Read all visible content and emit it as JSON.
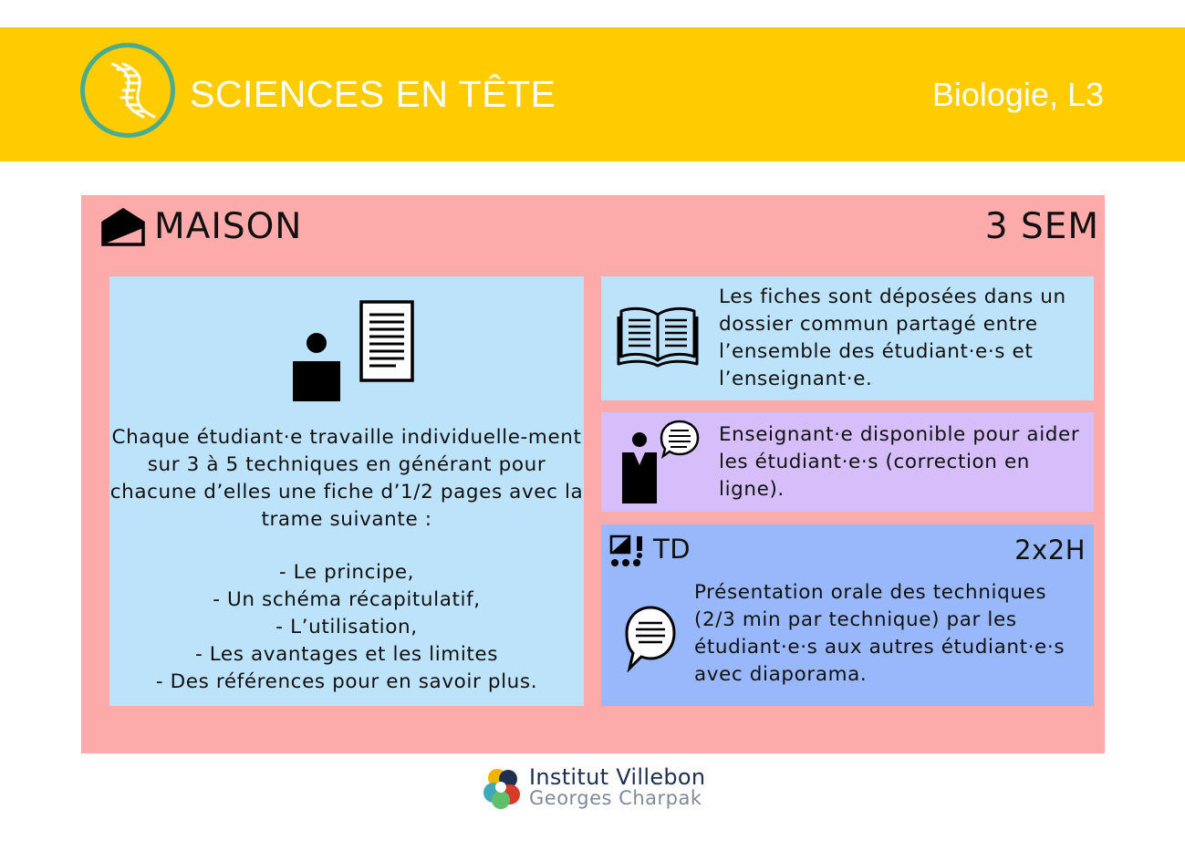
{
  "header": {
    "brand": "SCIENCES EN TÊTE",
    "level": "Biologie, L3",
    "banner_color": "#fecc00",
    "logo_icon": "dna-icon"
  },
  "phase": {
    "icon": "house-icon",
    "title": "MAISON",
    "duration": "3 SEM",
    "background": "#fdaaaa"
  },
  "left_card": {
    "icons": [
      "student-at-desk-icon",
      "document-icon"
    ],
    "description": "Chaque étudiant·e travaille individuelle-ment sur 3 à 5 techniques en générant pour chacune d’elles une fiche d’1/2 pages avec la trame suivante :",
    "items": [
      "- Le principe,",
      "- Un schéma récapitulatif,",
      "- L’utilisation,",
      "- Les avantages et les limites",
      "- Des références pour en savoir plus."
    ]
  },
  "sharing_card": {
    "icon": "open-book-icon",
    "text": "Les fiches sont déposées dans un dossier commun partagé entre l’ensemble des étudiant·e·s et l’enseignant·e."
  },
  "teacher_card": {
    "icon": "teacher-speaking-icon",
    "text": "Enseignant·e disponible pour aider les étudiant·e·s (correction en ligne)."
  },
  "td_card": {
    "icon": "classroom-icon",
    "label": "TD",
    "duration": "2x2H",
    "speech_icon": "speech-bubble-icon",
    "text": "Présentation orale des techniques (2/3 min par technique) par les étudiant·e·s aux autres étudiant·e·s avec diaporama."
  },
  "footer": {
    "institution_line1": "Institut Villebon",
    "institution_line2": "Georges Charpak",
    "logo_icon": "villebon-logo-icon"
  }
}
